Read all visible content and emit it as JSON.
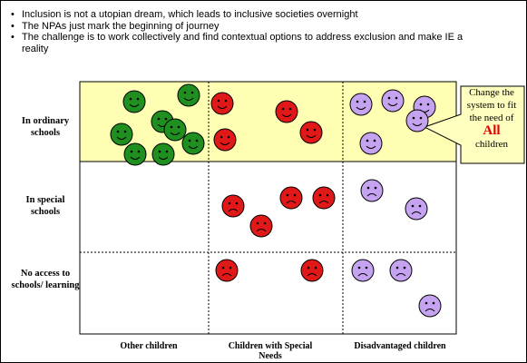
{
  "bullets": [
    "Inclusion is not a utopian dream, which leads to inclusive societies overnight",
    "The NPAs just mark the beginning of journey",
    "The challenge is to work collectively and find contextual options to address exclusion and make IE a reality"
  ],
  "bullet_char": "•",
  "rows": [
    {
      "label": "In ordinary schools"
    },
    {
      "label": "In special schools"
    },
    {
      "label": "No access to schools/ learning"
    }
  ],
  "columns": [
    {
      "label": "Other children"
    },
    {
      "label": "Children with Special Needs"
    },
    {
      "label": "Disadvantaged children"
    }
  ],
  "callout": {
    "prefix": "Change the system to fit the need of",
    "emphasis": "All",
    "suffix": "children"
  },
  "colors": {
    "highlight": "#ffffb3",
    "callout_fill": "#ffffc0",
    "green_face": "#1f8f1f",
    "red_face": "#e01818",
    "purple_face": "#c5a3f0",
    "emphasis": "#e00000"
  }
}
